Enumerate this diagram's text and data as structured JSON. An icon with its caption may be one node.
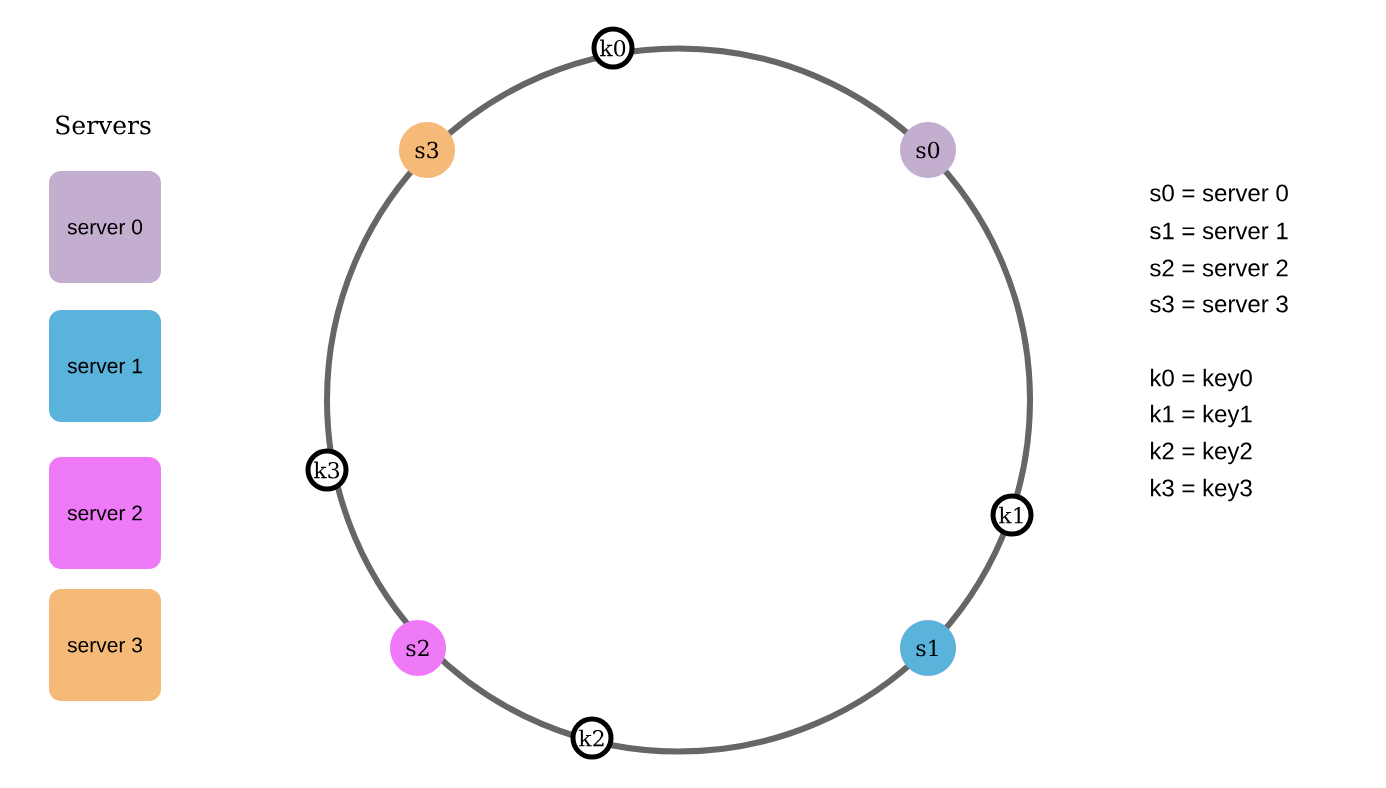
{
  "diagram": {
    "nodes": [
      {
        "text": [
          "server 0"
        ]
      },
      {
        "text": [
          "server 1"
        ]
      },
      {
        "text": [
          "server 2"
        ]
      },
      {
        "text": [
          "server 3"
        ]
      },
      {
        "text": [
          "k0"
        ]
      },
      {
        "text": [
          "s3"
        ]
      },
      {
        "text": [
          "s0"
        ]
      },
      {
        "text": [
          "k3"
        ]
      },
      {
        "text": [
          "k1"
        ]
      },
      {
        "text": [
          "s2"
        ]
      },
      {
        "text": [
          "s1"
        ]
      },
      {
        "text": [
          "k2"
        ]
      }
    ],
    "labels": [
      "Servers",
      "s0 = server 0",
      "s1 = server 1",
      "s2 = server 2",
      "s3 = server 3",
      "k0 = key0",
      "k1 = key1",
      "k2 = key2",
      "k3 = key3"
    ]
  }
}
